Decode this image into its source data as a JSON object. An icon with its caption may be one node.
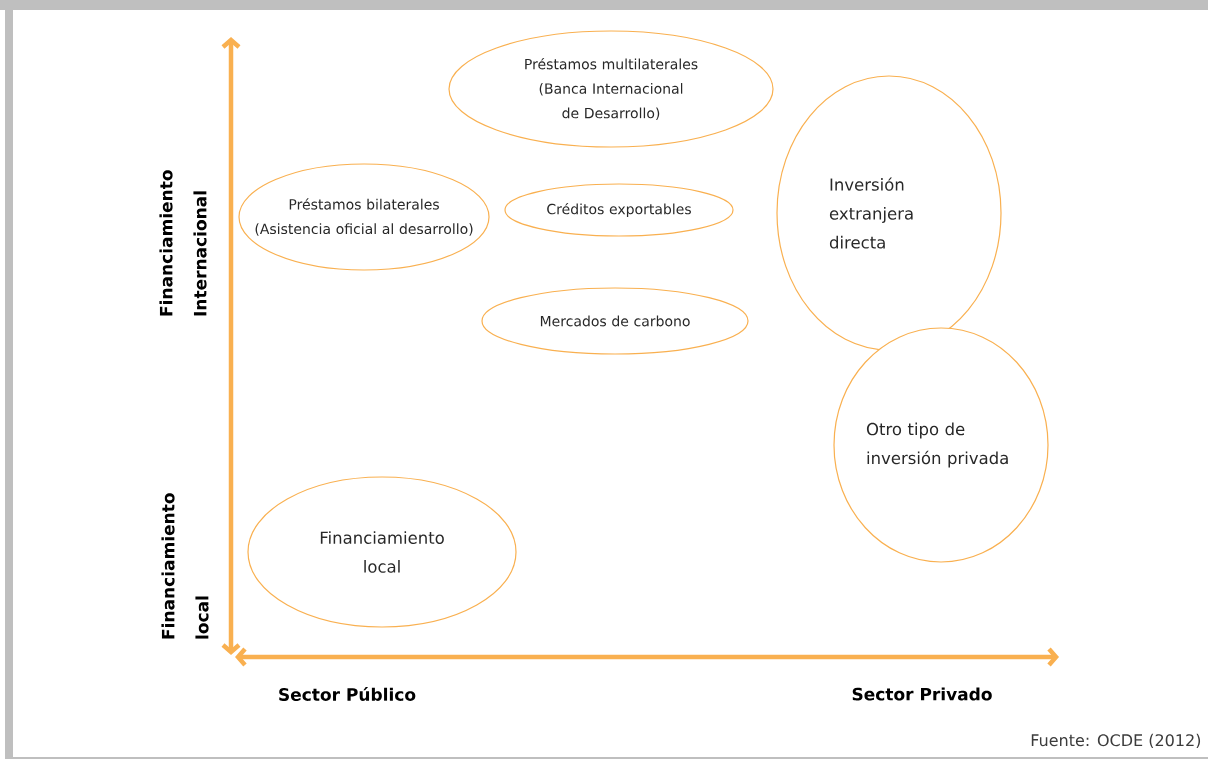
{
  "diagram": {
    "caption": "Fuente: OCDE (2012)",
    "nodes": [
      {
        "text": [
          "Préstamos multilaterales (Banca Internacional de Desarrollo)"
        ]
      },
      {
        "text": [
          "Préstamos bilaterales (Asistencia oficial al desarrollo)"
        ]
      },
      {
        "text": [
          "Créditos exportables"
        ]
      },
      {
        "text": [
          "Mercados de carbono"
        ]
      },
      {
        "text": [
          "Inversión extranjera directa"
        ]
      },
      {
        "text": [
          "Otro tipo de inversión privada"
        ]
      },
      {
        "text": [
          "Financiamiento local"
        ]
      }
    ],
    "labels": [
      "Financiamiento Internacional",
      "Financiamiento local",
      "Sector Público",
      "Sector Privado"
    ]
  }
}
